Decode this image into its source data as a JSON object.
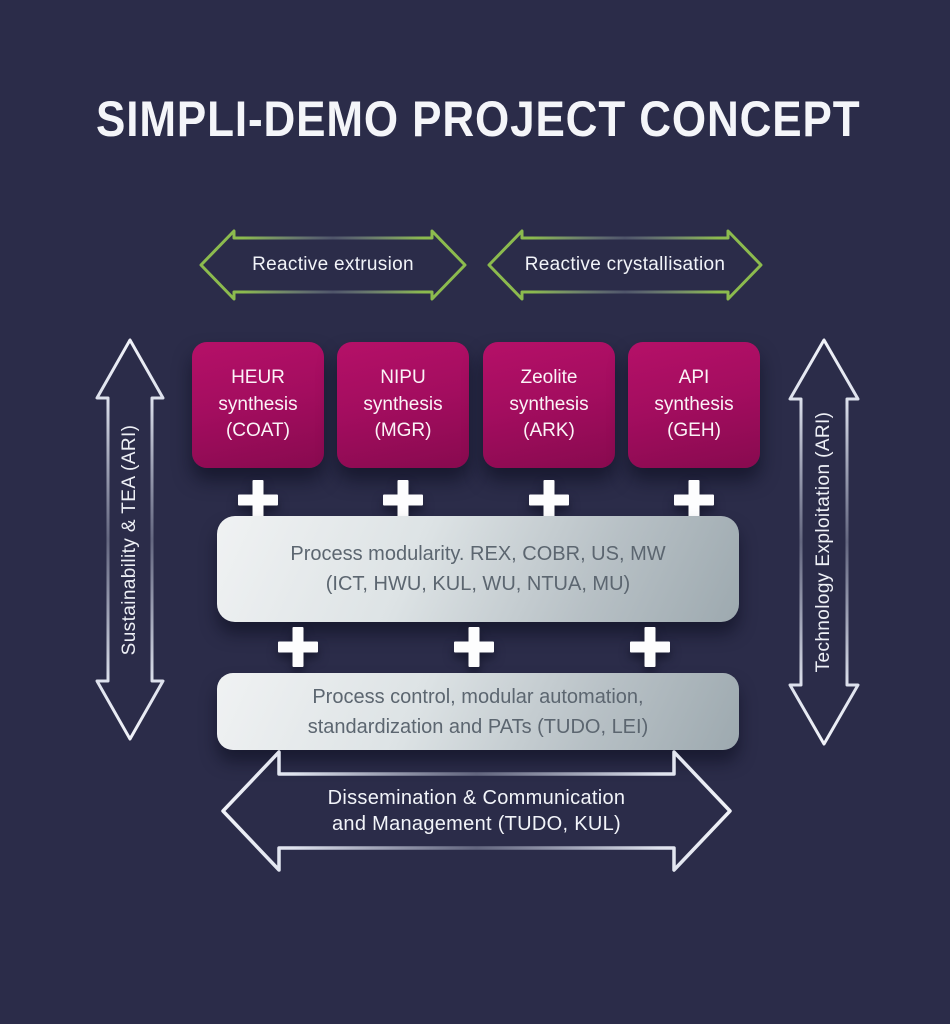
{
  "title": "SIMPLI-DEMO PROJECT CONCEPT",
  "colors": {
    "background": "#2b2c49",
    "magenta_box": "#a30d5f",
    "green_arrow": "#8cbb4e",
    "silver_arrow": "#eef0f6",
    "gray_box_text": "#5c6670"
  },
  "top_arrows": [
    {
      "label": "Reactive extrusion"
    },
    {
      "label": "Reactive crystallisation"
    }
  ],
  "synthesis_boxes": [
    {
      "label": "HEUR\nsynthesis\n(COAT)"
    },
    {
      "label": "NIPU\nsynthesis\n(MGR)"
    },
    {
      "label": "Zeolite\nsynthesis\n(ARK)"
    },
    {
      "label": "API\nsynthesis\n(GEH)"
    }
  ],
  "process_boxes": [
    {
      "label": "Process modularity. REX, COBR, US, MW\n(ICT, HWU, KUL, WU, NTUA, MU)"
    },
    {
      "label": "Process control, modular automation,\nstandardization and PATs (TUDO, LEI)"
    }
  ],
  "bottom_arrow": {
    "label": "Dissemination & Communication\nand Management (TUDO, KUL)"
  },
  "side_arrows": {
    "left": {
      "label": "Sustainability & TEA (ARI)"
    },
    "right": {
      "label": "Technology Exploitation (ARI)"
    }
  },
  "plus_icon": "+"
}
